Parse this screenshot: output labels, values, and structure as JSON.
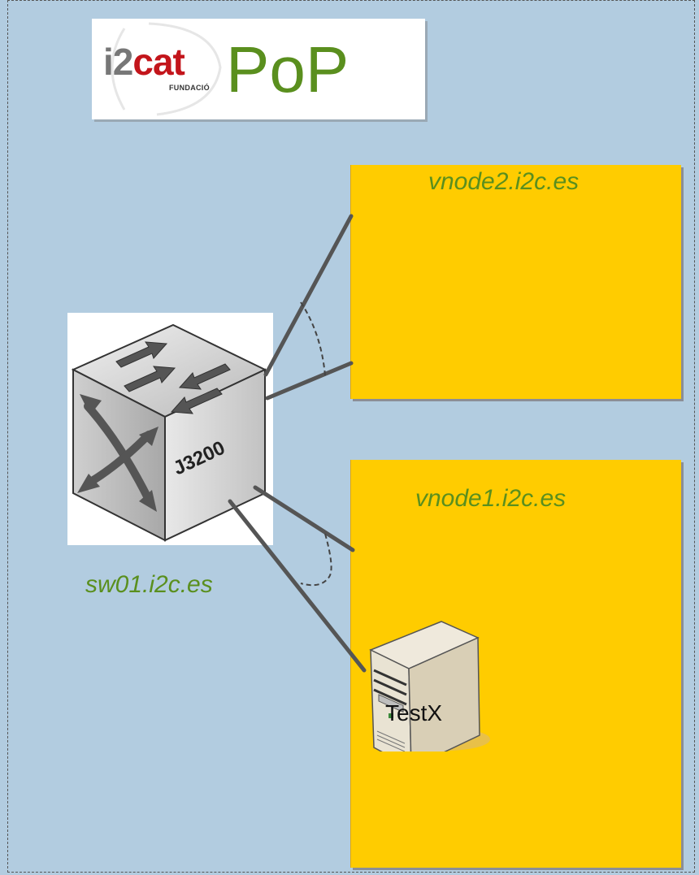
{
  "logo": {
    "brand_prefix": "i2",
    "brand_suffix": "cat",
    "brand_sub": "FUNDACIÓ"
  },
  "title": "PoP",
  "nodes": {
    "vnode2": "vnode2.i2c.es",
    "vnode1": "vnode1.i2c.es"
  },
  "switch": {
    "hostname": "sw01.i2c.es",
    "model": "J3200"
  },
  "server": {
    "label": "TestX"
  },
  "colors": {
    "background": "#b2cce0",
    "node_fill": "#ffcc00",
    "label_green": "#5a8f1e",
    "link": "#555555"
  }
}
